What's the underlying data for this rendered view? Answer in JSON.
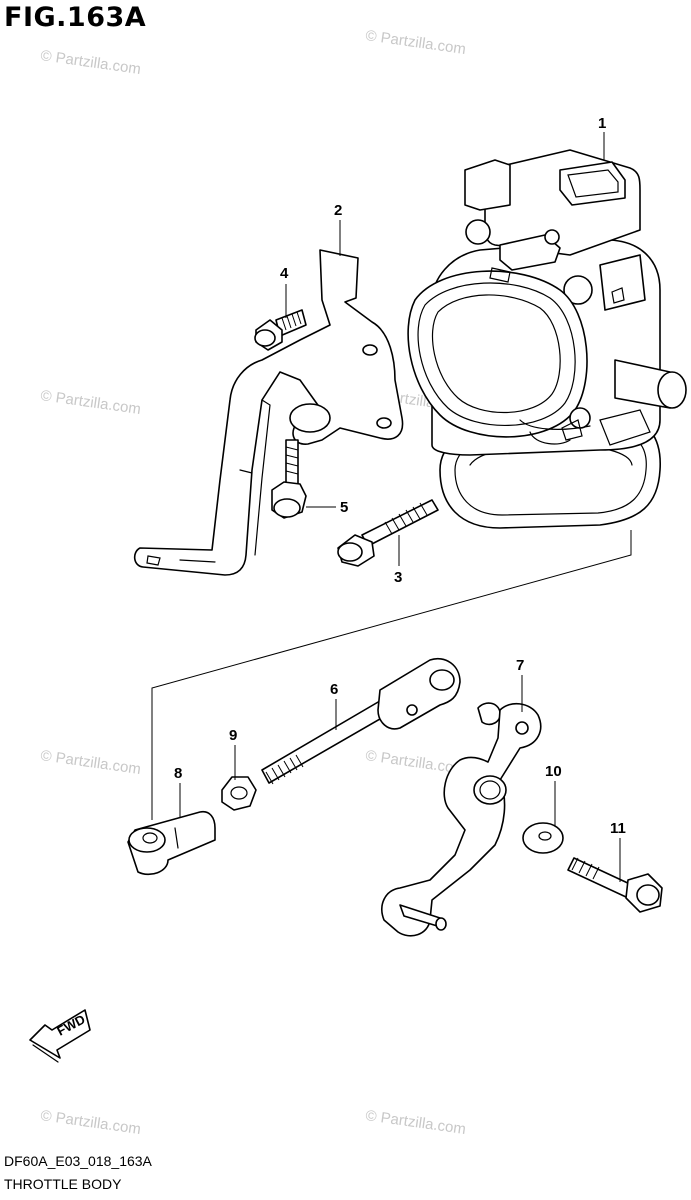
{
  "figure": {
    "title": "FIG.163A",
    "code": "DF60A_E03_018_163A",
    "name": "THROTTLE BODY"
  },
  "watermark": "© Partzilla.com",
  "fwd_label": "FWD",
  "callouts": [
    "1",
    "2",
    "3",
    "4",
    "5",
    "6",
    "7",
    "8",
    "9",
    "10",
    "11"
  ],
  "colors": {
    "line": "#000000",
    "watermark": "#c8c8c8",
    "background": "#ffffff"
  }
}
